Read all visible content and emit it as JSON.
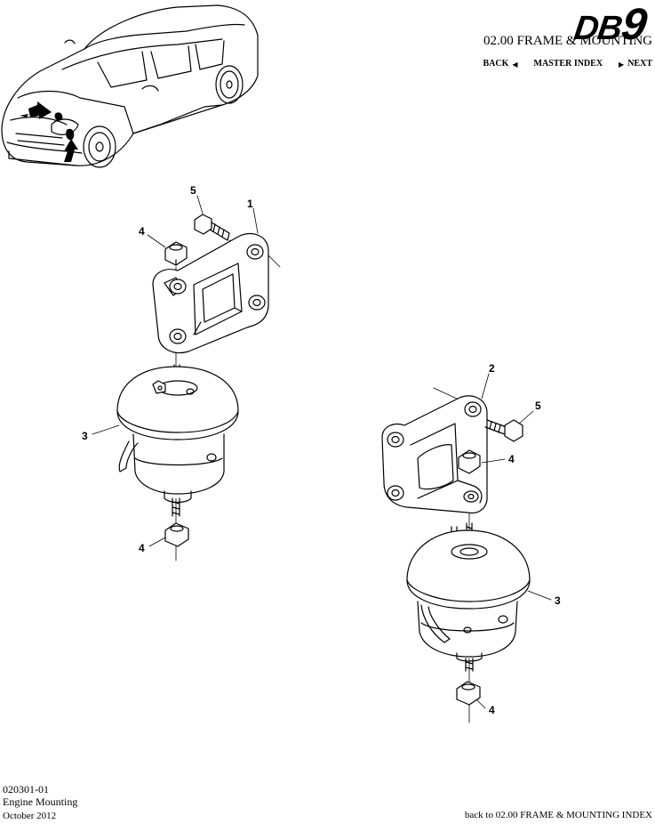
{
  "header": {
    "logo_text_db": "DB",
    "logo_text_9": "9",
    "section_title": "02.00 FRAME & MOUNTING",
    "nav": {
      "back_label": "BACK",
      "master_index_label": "MASTER INDEX",
      "next_label": "NEXT"
    }
  },
  "callouts": {
    "left_bracket": "1",
    "right_bracket": "2",
    "left_mount": "3",
    "right_mount": "3",
    "left_nut_top": "4",
    "left_nut_bottom": "4",
    "right_nut_mid": "4",
    "right_nut_bottom": "4",
    "left_bolt": "5",
    "right_bolt": "5"
  },
  "footer": {
    "code": "020301-01",
    "name": "Engine Mounting",
    "date": "October 2012",
    "back_link": "back to 02.00 FRAME & MOUNTING INDEX"
  }
}
